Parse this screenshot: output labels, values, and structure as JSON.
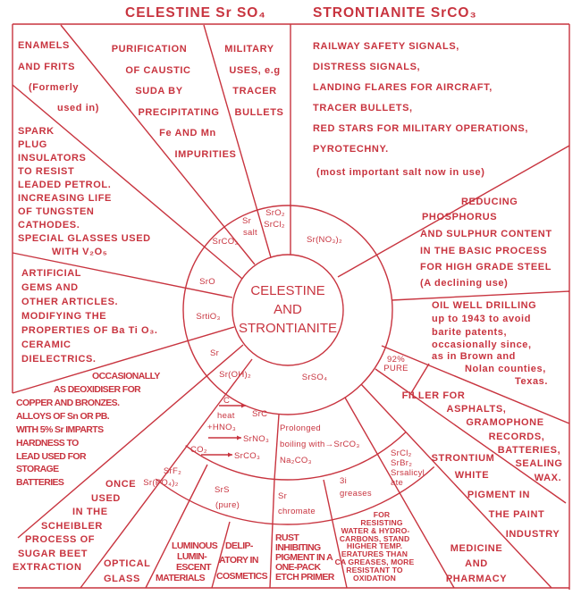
{
  "color": "#c8343f",
  "title": {
    "left": "CELESTINE Sr SO₄",
    "right": "STRONTIANITE SrCO₃"
  },
  "center": [
    "CELESTINE",
    "AND",
    "STRONTIANITE"
  ],
  "ring": {
    "srco3": [
      "SrCO₃"
    ],
    "sr_salt": [
      "Sr",
      "salt"
    ],
    "sro2_srcl2": [
      "SrO₂",
      "SrCl₂"
    ],
    "sr_no3": [
      "Sr(NO₃)₂"
    ],
    "sro": [
      "SrO"
    ],
    "srtio3": [
      "SrtiO₃"
    ],
    "sr": [
      "Sr"
    ],
    "sr_oh": [
      "Sr(OH)₂"
    ],
    "srso4": [
      "SrSO₄"
    ],
    "pure": [
      "92%",
      "PURE"
    ]
  },
  "sectors": {
    "enamels": [
      "ENAMELS",
      "AND FRITS",
      "(Formerly",
      "used in)"
    ],
    "purification": [
      "PURIFICATION",
      "OF CAUSTIC",
      "SUDA BY",
      "PRECIPITATING",
      "Fe AND Mn",
      "IMPURITIES"
    ],
    "military": [
      "MILITARY",
      "USES, e.g",
      "TRACER",
      "BULLETS"
    ],
    "railway": [
      "RAILWAY SAFETY SIGNALS,",
      "DISTRESS SIGNALS,",
      "LANDING FLARES FOR AIRCRAFT,",
      "TRACER BULLETS,",
      "RED STARS FOR MILITARY OPERATIONS,",
      "PYROTECHNY.",
      "(most important salt now in use)"
    ],
    "spark": [
      "SPARK",
      "PLUG",
      "INSULATORS",
      "TO RESIST",
      "LEADED PETROL.",
      "INCREASING LIFE",
      "OF TUNGSTEN",
      "CATHODES.",
      "SPECIAL GLASSES USED",
      "WITH V₂O₅"
    ],
    "reducing": [
      "REDUCING",
      "PHOSPHORUS",
      "AND SULPHUR CONTENT",
      "IN THE BASIC PROCESS",
      "FOR HIGH GRADE STEEL",
      "(A declining use)"
    ],
    "artificial": [
      "ARTIFICIAL",
      "GEMS AND",
      "OTHER ARTICLES.",
      "MODIFYING THE",
      "PROPERTIES OF Ba Ti O₃.",
      "CERAMIC",
      "DIELECTRICS."
    ],
    "oil": [
      "OIL WELL DRILLING",
      "up to 1943 to avoid",
      "barite patents,",
      "occasionally since,",
      "as in Brown and",
      "Nolan counties,",
      "Texas."
    ],
    "occasionally": [
      "OCCASIONALLY",
      "AS DEOXIDISER FOR",
      "COPPER AND BRONZES.",
      "ALLOYS OF Sn OR PB.",
      "WITH 5% Sr IMPARTS",
      "HARDNESS TO",
      "LEAD USED FOR",
      "STORAGE",
      "BATTERIES"
    ],
    "filler": [
      "FILLER FOR",
      "ASPHALTS,",
      "GRAMOPHONE",
      "RECORDS,",
      "BATTERIES,",
      "SEALING",
      "WAX."
    ],
    "once": [
      "ONCE",
      "USED",
      "IN THE",
      "SCHEIBLER",
      "PROCESS OF",
      "SUGAR BEET",
      "EXTRACTION"
    ],
    "strontium_white": [
      "STRONTIUM",
      "WHITE",
      "PIGMENT IN",
      "THE PAINT",
      "INDUSTRY"
    ],
    "optical": [
      "OPTICAL",
      "GLASS"
    ],
    "luminous": [
      "LUMINOUS",
      "LUMIN-",
      "ESCENT",
      "MATERIALS"
    ],
    "delip": [
      "DELIP-",
      "ATORY IN",
      "COSMETICS"
    ],
    "rust": [
      "RUST",
      "INHIBITING",
      "PIGMENT IN A",
      "ONE-PACK",
      "ETCH PRIMER"
    ],
    "resisting": [
      "FOR",
      "RESISTING",
      "WATER & HYDRO-",
      "CARBONS, STAND",
      "HIGHER TEMP.",
      "ERATURES THAN",
      "CA GREASES, MORE",
      "RESISTANT TO",
      "OXIDATION"
    ],
    "medicine": [
      "MEDICINE",
      "AND",
      "PHARMACY"
    ],
    "reactions": [
      "C",
      "heat",
      "SrC",
      "+HNO₃",
      "SrNO₃",
      "CO₂",
      "SrCO₃"
    ],
    "prolonged": [
      "Prolonged",
      "boiling with→SrCO₃",
      "Na₂CO₃"
    ],
    "srf2": [
      "SrF₂",
      "Sr(PO₄)₂"
    ],
    "srs": [
      "SrS",
      "(pure)"
    ],
    "chromate": [
      "Sr",
      "chromate"
    ],
    "greases": [
      "3i",
      "greases"
    ],
    "srcl2": [
      "SrCl₂",
      "SrBr₂",
      "Srsalicyl",
      "ate"
    ]
  }
}
